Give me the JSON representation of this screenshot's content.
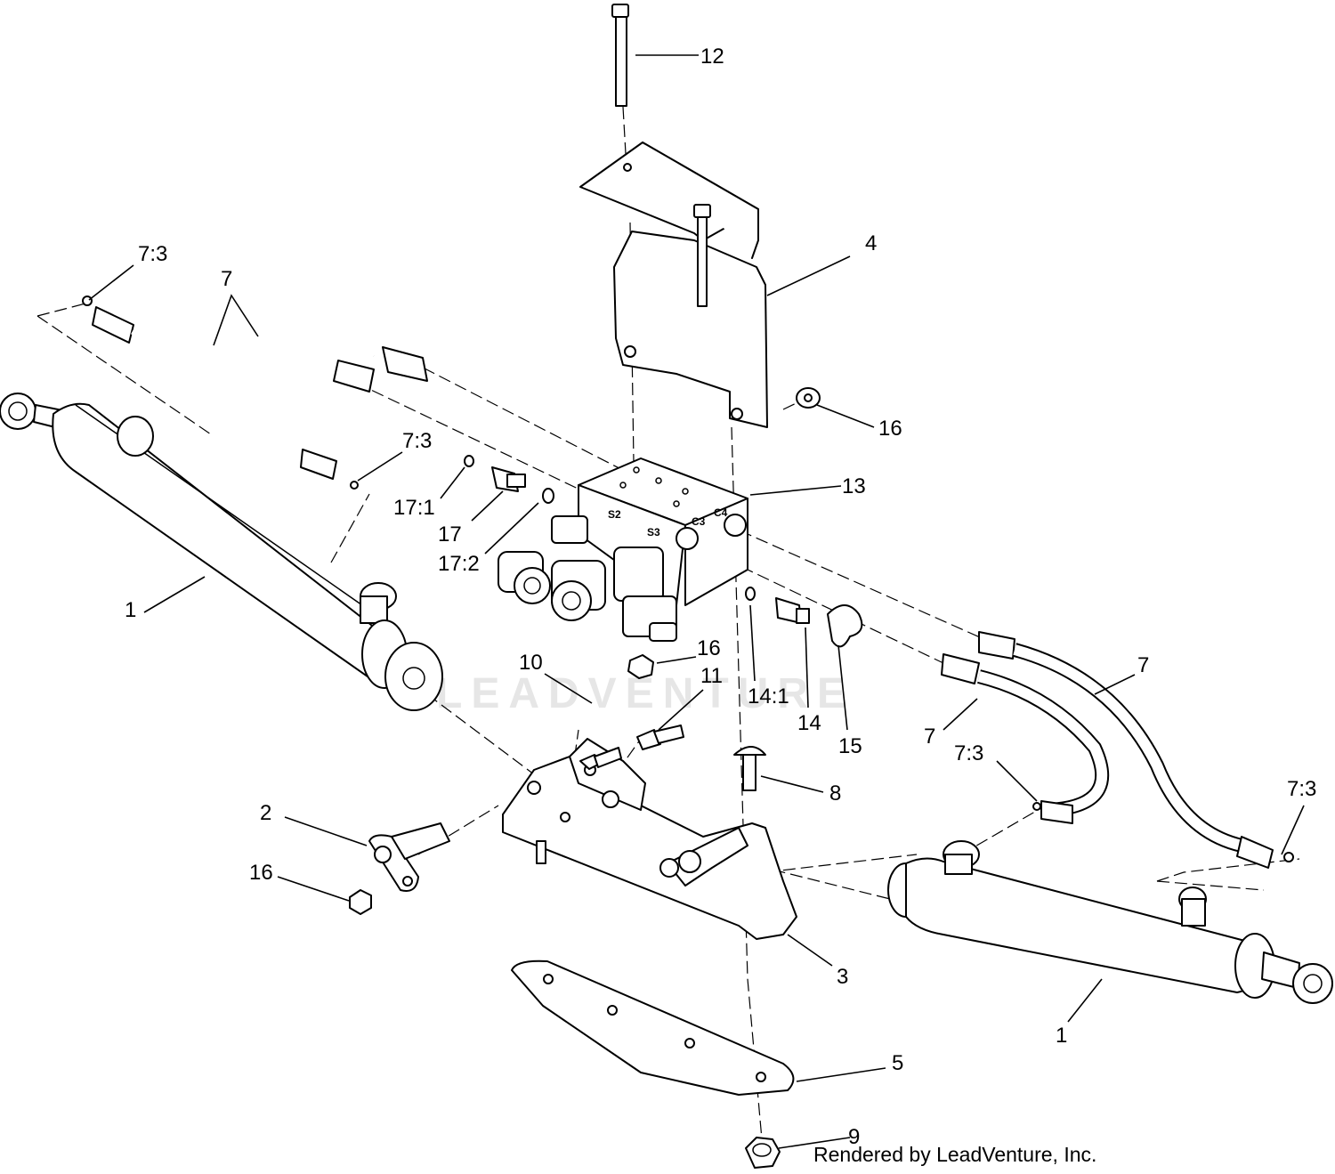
{
  "watermark": "LEADVENTURE",
  "credit": "Rendered by LeadVenture, Inc.",
  "callouts": {
    "c12": "12",
    "c4": "4",
    "c16a": "16",
    "c13": "13",
    "c73a": "7:3",
    "c7a": "7",
    "c73b": "7:3",
    "c171": "17:1",
    "c17": "17",
    "c172": "17:2",
    "c1a": "1",
    "c10": "10",
    "c16b": "16",
    "c11": "11",
    "c141": "14:1",
    "c14": "14",
    "c15": "15",
    "c7b": "7",
    "c7c": "7",
    "c73c": "7:3",
    "c73d": "7:3",
    "c8": "8",
    "c2": "2",
    "c16c": "16",
    "c3": "3",
    "c1b": "1",
    "c5": "5",
    "c9": "9"
  },
  "ports": {
    "s2": "S2",
    "s3": "S3",
    "c3": "C3",
    "c4": "C4"
  }
}
